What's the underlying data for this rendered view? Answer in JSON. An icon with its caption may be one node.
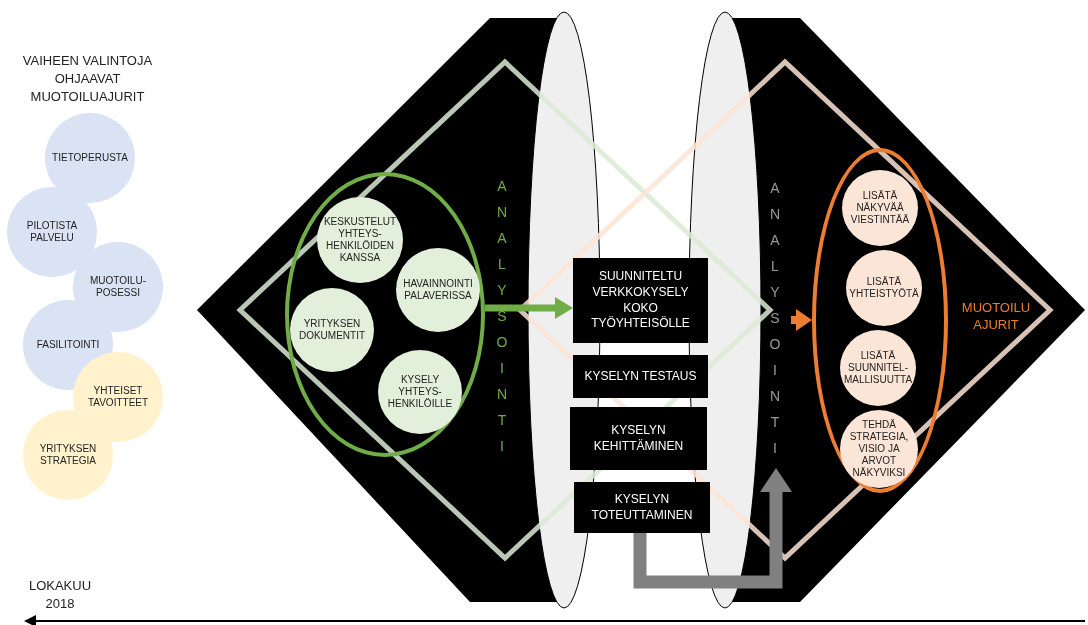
{
  "diagram": {
    "title": "VAIHEEN VALINTOJA OHJAAVAT MUOTOILUAJURIT",
    "nodes": [
      {
        "text": [
          "TIETOPERUSTA"
        ]
      },
      {
        "text": [
          "PILOTISTA PALVELU"
        ]
      },
      {
        "text": [
          "MUOTOILU- POSESSI"
        ]
      },
      {
        "text": [
          "FASILITOINTI"
        ]
      },
      {
        "text": [
          "YHTEISET TAVOITTEET"
        ]
      },
      {
        "text": [
          "YRITYKSEN STRATEGIA"
        ]
      },
      {
        "text": [],
        "shape": "ellipse"
      },
      {
        "text": [
          "KESKUSTELUT YHTEYS- HENKILÖIDEN KANSSA"
        ],
        "in": 6
      },
      {
        "text": [
          "HAVAINNOINTI PALAVERISSA"
        ],
        "in": 6
      },
      {
        "text": [
          "YRITYKSEN DOKUMENTIT"
        ],
        "in": 6
      },
      {
        "text": [
          "KYSELY YHTEYS- HENKILÖILLE"
        ],
        "in": 6
      },
      {
        "text": [
          "SUUNNITELTU VERKKOKYSELY KOKO TYÖYHTEISÖLLE"
        ]
      },
      {
        "text": [
          "KYSELYN TESTAUS"
        ]
      },
      {
        "text": [
          "KYSELYN KEHITTÄMINEN"
        ]
      },
      {
        "text": [
          "KYSELYN TOTEUTTAMINEN"
        ]
      },
      {
        "text": [
          "ANALYSOINTI"
        ]
      },
      {
        "text": [],
        "shape": "ellipse",
        "beside": [
          "MUOTOILU AJURIT"
        ]
      },
      {
        "text": [
          "LISÄTÄ NÄKYVÄÄ VIESTINTÄÄ"
        ],
        "in": 16
      },
      {
        "text": [
          "LISÄTÄ YHTEISTYÖTÄ"
        ],
        "in": 16
      },
      {
        "text": [
          "LISÄTÄ SUUNNITEL- MALLISUUTTA"
        ],
        "in": 16
      },
      {
        "text": [
          "TEHDÄ STRATEGIA, VISIO JA ARVOT NÄKYVIKSI"
        ],
        "in": 16
      }
    ],
    "edges": [
      {
        "from": 6,
        "to": 11,
        "arrow": "to",
        "color": "#70ad47"
      },
      {
        "from": 14,
        "to": 15,
        "arrow": "to",
        "color": "#808080"
      },
      {
        "from": 15,
        "to": 16,
        "arrow": "to",
        "color": "#ed7d31"
      }
    ],
    "labels": [
      "ANALYSOINTI",
      "LOKAKUU 2018"
    ]
  }
}
